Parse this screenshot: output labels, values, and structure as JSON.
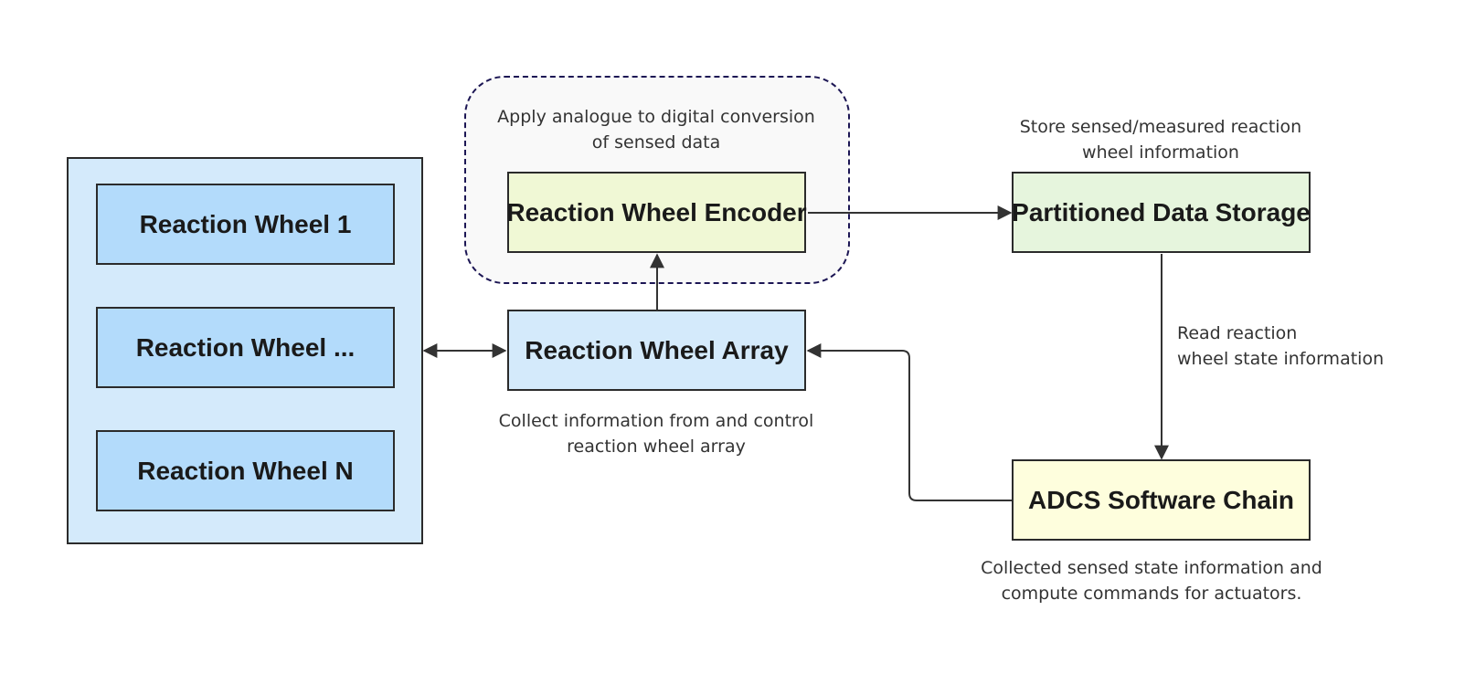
{
  "nodes": {
    "wheel_1": "Reaction Wheel 1",
    "wheel_mid": "Reaction Wheel ...",
    "wheel_n": "Reaction Wheel N",
    "encoder": "Reaction Wheel Encoder",
    "array": "Reaction Wheel Array",
    "storage": "Partitioned Data Storage",
    "adcs": "ADCS Software Chain"
  },
  "captions": {
    "encoder": [
      "Apply analogue to digital conversion",
      "of sensed data"
    ],
    "storage": [
      "Store sensed/measured reaction",
      "wheel information"
    ],
    "array": [
      "Collect information from and control",
      "reaction wheel array"
    ],
    "read": [
      "Read reaction",
      "wheel state information"
    ],
    "adcs": [
      "Collected sensed state information and",
      "compute commands for actuators."
    ]
  },
  "colors": {
    "wheel_fill": "#b3dbfb",
    "group_fill": "#d4eafb",
    "encoder_fill": "#f0f8d5",
    "storage_fill": "#e6f5dd",
    "adcs_fill": "#fefedd",
    "dashed_border": "#1c1654",
    "line": "#333333"
  }
}
